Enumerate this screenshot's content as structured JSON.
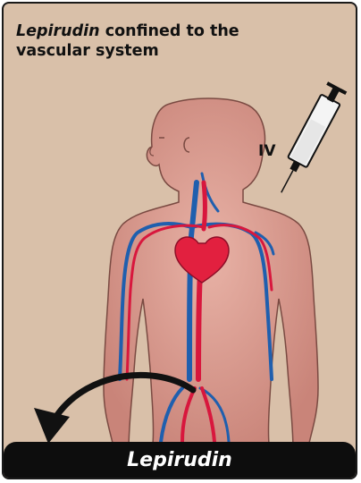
{
  "title": {
    "drug_italic": "Lepirudin",
    "rest": " confined to the vascular system"
  },
  "route_label": "IV",
  "banner_label": "Lepirudin",
  "colors": {
    "background": "#d9c0a9",
    "body_fill": "#d9998f",
    "vein": "#1f5fae",
    "artery": "#d8173d",
    "heart": "#e2203f",
    "banner": "#0d0d0d"
  },
  "icons": {
    "syringe": "syringe-icon",
    "arrow": "curved-arrow-icon"
  }
}
